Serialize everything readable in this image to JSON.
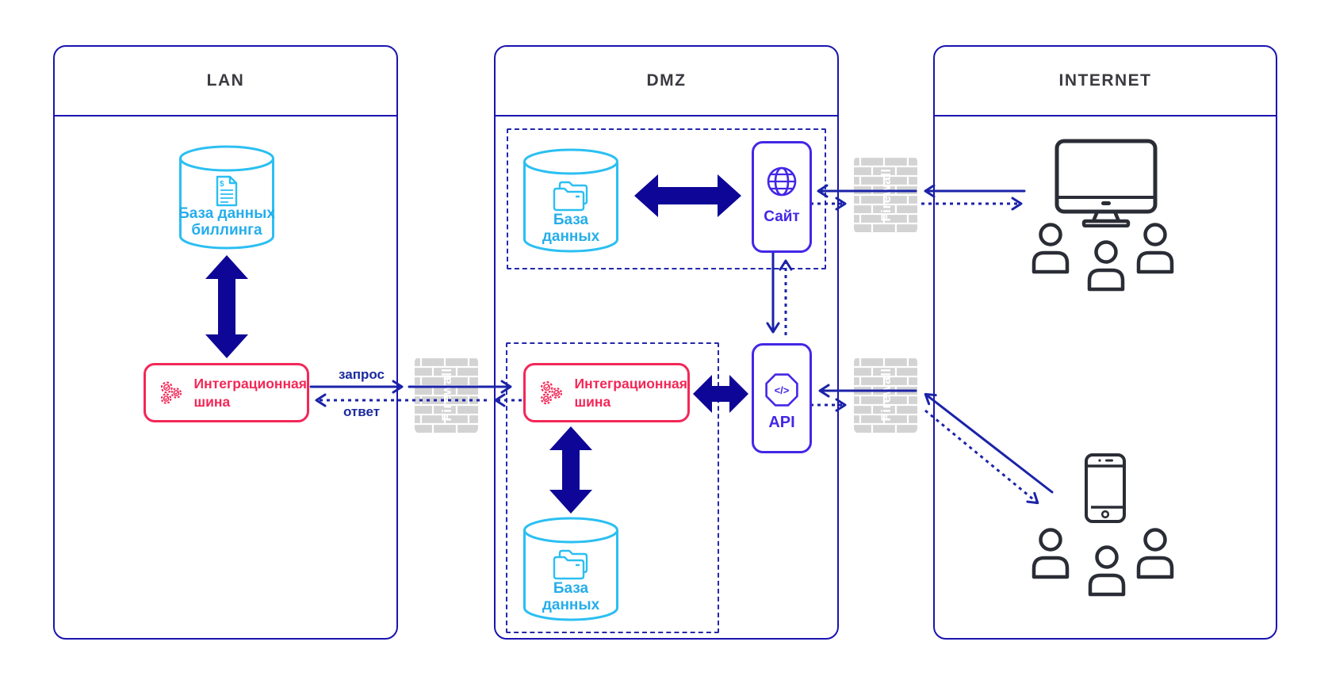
{
  "diagram": {
    "zones": {
      "lan": {
        "title": "LAN"
      },
      "dmz": {
        "title": "DMZ"
      },
      "internet": {
        "title": "INTERNET"
      }
    },
    "lan": {
      "billing_db_label": "База данных\nбиллинга",
      "bus_label": "Интеграционная\nшина"
    },
    "dmz": {
      "site_db_label": "База\nданных",
      "site_label": "Сайт",
      "api_label": "API",
      "api_icon_glyph": "</>",
      "bus_label": "Интеграционная\nшина",
      "bus_db_label": "База\nданных"
    },
    "flows": {
      "request": "запрос",
      "response": "ответ"
    },
    "firewalls": {
      "lan_dmz": "Firewall",
      "site_internet": "Firewall",
      "api_internet": "Firewall"
    },
    "colors": {
      "navy_line": "#1a14b0",
      "thick_arrow": "#0e0696",
      "cyan": "#2bbff2",
      "red": "#f32757",
      "purple": "#4327e6",
      "firewall_gray": "#d3d3d3",
      "firewall_text": "#ffffff",
      "device_dark": "#2a2d35",
      "title_text": "#3a3a40"
    }
  }
}
